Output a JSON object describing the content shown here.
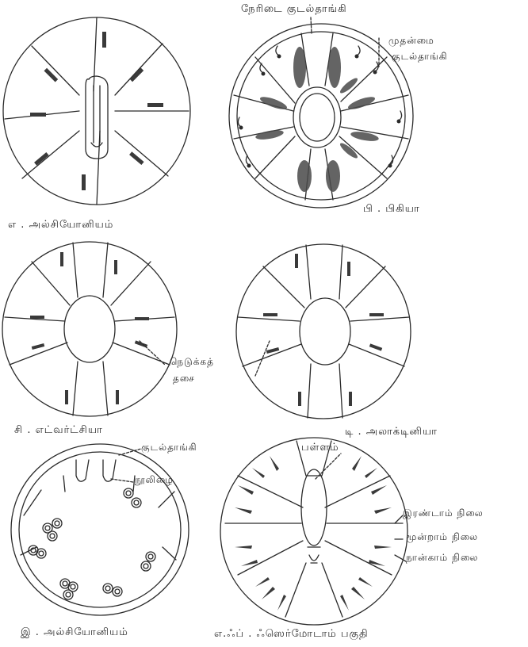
{
  "panel_labels": {
    "a": "எ . அல்சியோனியம்",
    "b": "பி . பிகியா",
    "c": "சி . எட்வர்ட்சியா",
    "d": "டி . அலாக்டினியா",
    "e": "இ . அல்சியோனியம்",
    "f": "எ.ஃப் . ஃஸெர்மோடாம் பகுதி"
  },
  "annotations": {
    "direct_siphonoglyph": "நேரிடை குடல்தாங்கி",
    "primary_mesentery_1": "முதன்மை",
    "primary_mesentery_2": "குடல்தாங்கி",
    "longitudinal_muscle_1": "நெடுக்கத்",
    "longitudinal_muscle_2": "தசை",
    "mesentery": "குடல்தாங்கி",
    "filament": "நூலிழை",
    "groove": "பள்ளம்",
    "second_stage": "இரண்டாம் நிலை",
    "third_stage": "மூன்றாம் நிலை",
    "fourth_stage": "நான்காம் நிலை"
  },
  "colors": {
    "ink": "#2a2a2a",
    "muscle": "#3a3a3a",
    "paper": "#ffffff"
  }
}
